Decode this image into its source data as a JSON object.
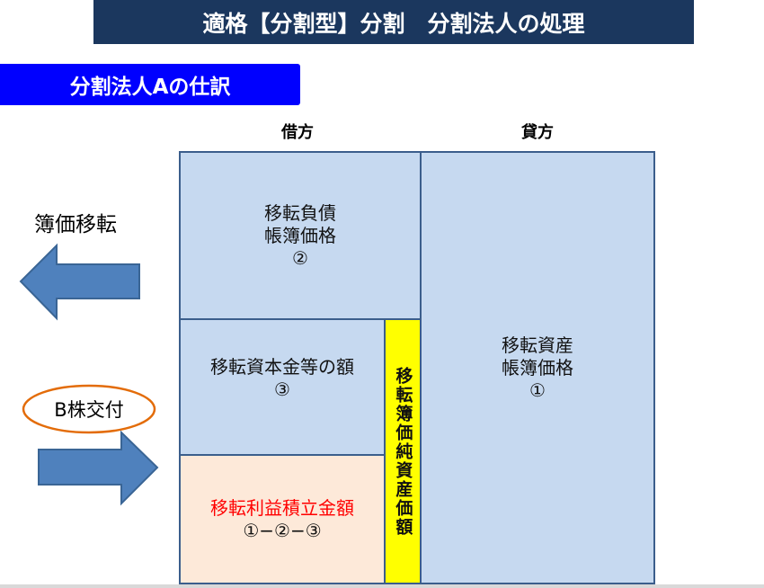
{
  "title": "適格【分割型】分割　分割法人の処理",
  "subtitle": "分割法人Aの仕訳",
  "headers": {
    "debit": "借方",
    "credit": "貸方"
  },
  "left": {
    "book_transfer": "簿価移転",
    "b_shares": "B株交付"
  },
  "boxes": {
    "liabilities": {
      "line1": "移転負債",
      "line2": "帳簿価格",
      "num": "②"
    },
    "capital": {
      "line1": "移転資本金等の額",
      "num": "③"
    },
    "retained": {
      "line1": "移転利益積立金額",
      "num": "①−②−③"
    },
    "net_assets": "移転簿価純資産価額",
    "assets": {
      "line1": "移転資産",
      "line2": "帳簿価格",
      "num": "①"
    }
  },
  "colors": {
    "title_bg": "#1b375e",
    "subtitle_bg": "#0000ff",
    "box": "#c6d9f0",
    "highlight": "#ffff00",
    "retained_bg": "#fde9d9",
    "arrow": "#4f81bd",
    "ellipse": "#e36c09"
  }
}
